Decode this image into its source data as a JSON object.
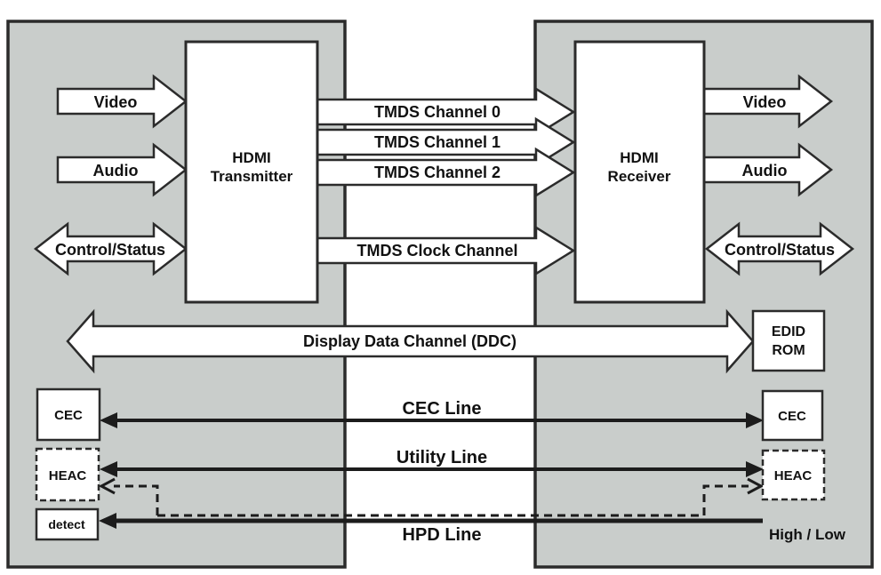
{
  "diagram": {
    "source_device": {
      "inputs": {
        "video": "Video",
        "audio": "Audio",
        "control_status": "Control/Status"
      },
      "transmitter": {
        "line1": "HDMI",
        "line2": "Transmitter"
      },
      "cec": "CEC",
      "heac": "HEAC",
      "detect": "detect"
    },
    "sink_device": {
      "outputs": {
        "video": "Video",
        "audio": "Audio",
        "control_status": "Control/Status"
      },
      "receiver": {
        "line1": "HDMI",
        "line2": "Receiver"
      },
      "edid": {
        "line1": "EDID",
        "line2": "ROM"
      },
      "cec": "CEC",
      "heac": "HEAC",
      "hpd_level": "High / Low"
    },
    "links": {
      "tmds0": "TMDS Channel 0",
      "tmds1": "TMDS Channel 1",
      "tmds2": "TMDS Channel 2",
      "tmds_clock": "TMDS Clock Channel",
      "ddc": "Display Data Channel (DDC)",
      "cec_line": "CEC Line",
      "utility_line": "Utility Line",
      "hpd_line": "HPD Line"
    },
    "colors": {
      "device_fill": "#c9cdcb",
      "stroke": "#2b2b2b",
      "band_fill": "#ffffff"
    }
  }
}
